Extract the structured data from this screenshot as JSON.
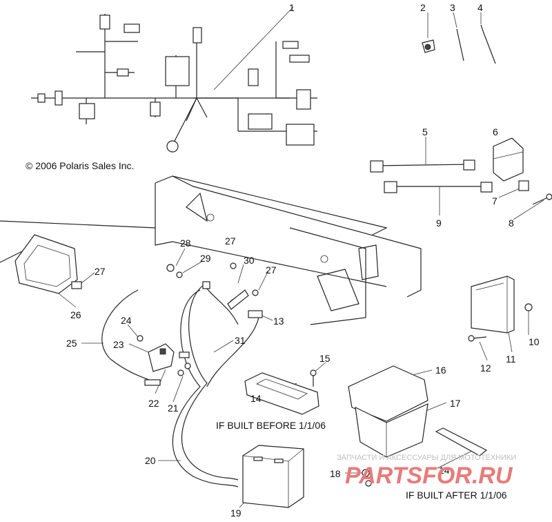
{
  "copyright": "© 2006 Polaris Sales Inc.",
  "callouts": [
    "1",
    "2",
    "3",
    "4",
    "5",
    "6",
    "7",
    "8",
    "9",
    "10",
    "11",
    "12",
    "13",
    "14",
    "14",
    "15",
    "16",
    "17",
    "18",
    "19",
    "20",
    "21",
    "22",
    "23",
    "24",
    "25",
    "26",
    "27",
    "27",
    "27",
    "28",
    "29",
    "30",
    "31"
  ],
  "captions": {
    "before": "IF BUILT BEFORE 1/1/06",
    "after": "IF BUILT AFTER 1/1/06"
  },
  "watermark": {
    "tagline": "ЗАПЧАСТИ И АКСЕССУАРЫ ДЛЯ МОТОТЕХНИКИ",
    "logo": "PARTSFOR.RU",
    "color": "#e87b7b"
  }
}
